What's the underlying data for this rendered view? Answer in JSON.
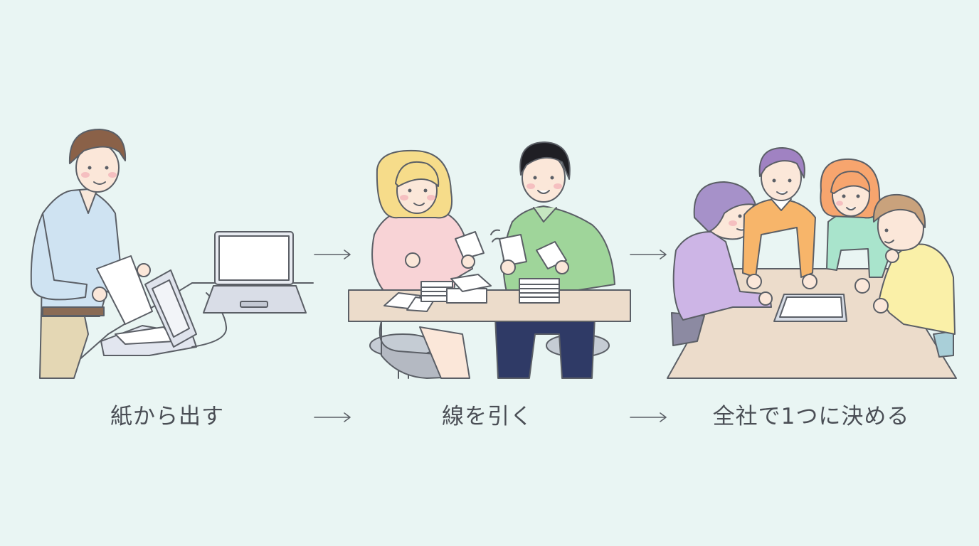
{
  "steps": [
    {
      "label": "紙から出す",
      "scene": "person-scanning-papers-to-laptop"
    },
    {
      "label": "線を引く",
      "scene": "two-people-sorting-cards"
    },
    {
      "label": "全社で1つに決める",
      "scene": "team-deciding-around-tablet"
    }
  ],
  "colors": {
    "background": "#e9f5f3",
    "text": "#4a4e55",
    "outline": "#5b5f66",
    "table": "#ecdccb"
  },
  "icons": [
    "arrow-right-icon"
  ]
}
